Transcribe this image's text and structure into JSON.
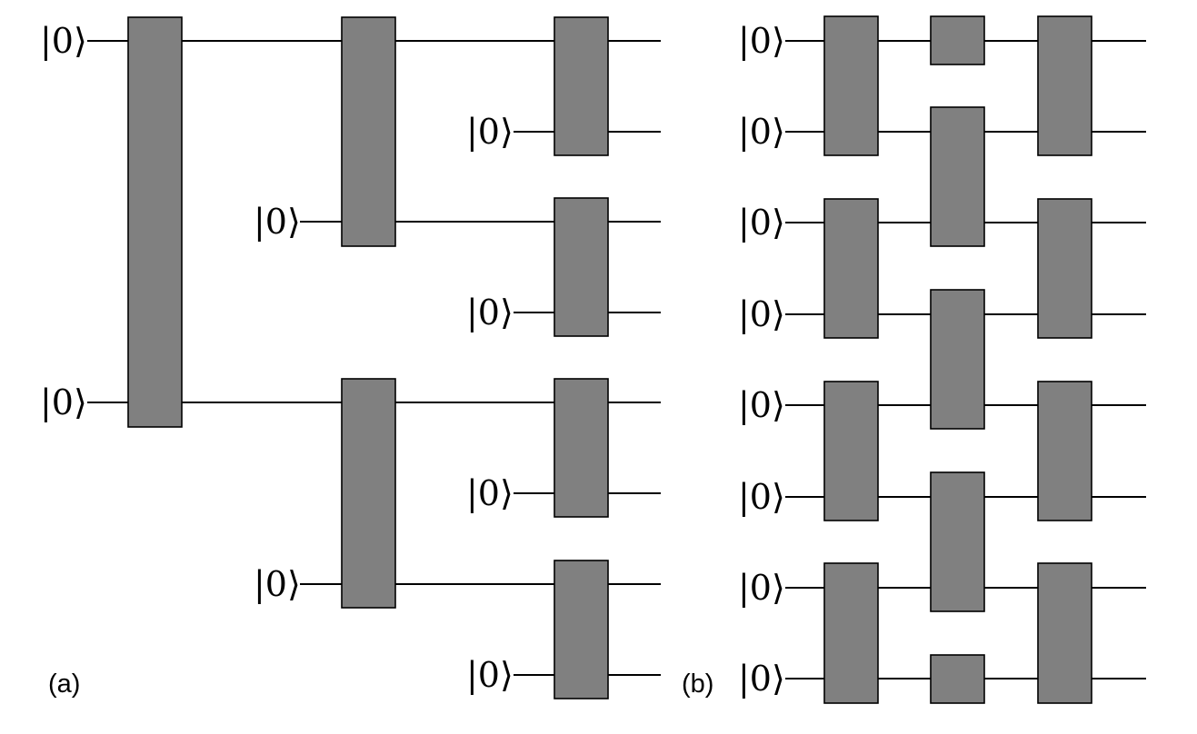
{
  "colors": {
    "gate_fill": "#808080",
    "wire": "#000000",
    "background": "#ffffff"
  },
  "panel_a": {
    "label": "(a)",
    "qubits": [
      {
        "state": "|0⟩"
      },
      {
        "state": "|0⟩"
      },
      {
        "state": "|0⟩"
      },
      {
        "state": "|0⟩"
      },
      {
        "state": "|0⟩"
      },
      {
        "state": "|0⟩"
      },
      {
        "state": "|0⟩"
      },
      {
        "state": "|0⟩"
      }
    ]
  },
  "panel_b": {
    "label": "(b)",
    "qubits": [
      {
        "state": "|0⟩"
      },
      {
        "state": "|0⟩"
      },
      {
        "state": "|0⟩"
      },
      {
        "state": "|0⟩"
      },
      {
        "state": "|0⟩"
      },
      {
        "state": "|0⟩"
      },
      {
        "state": "|0⟩"
      },
      {
        "state": "|0⟩"
      }
    ]
  }
}
